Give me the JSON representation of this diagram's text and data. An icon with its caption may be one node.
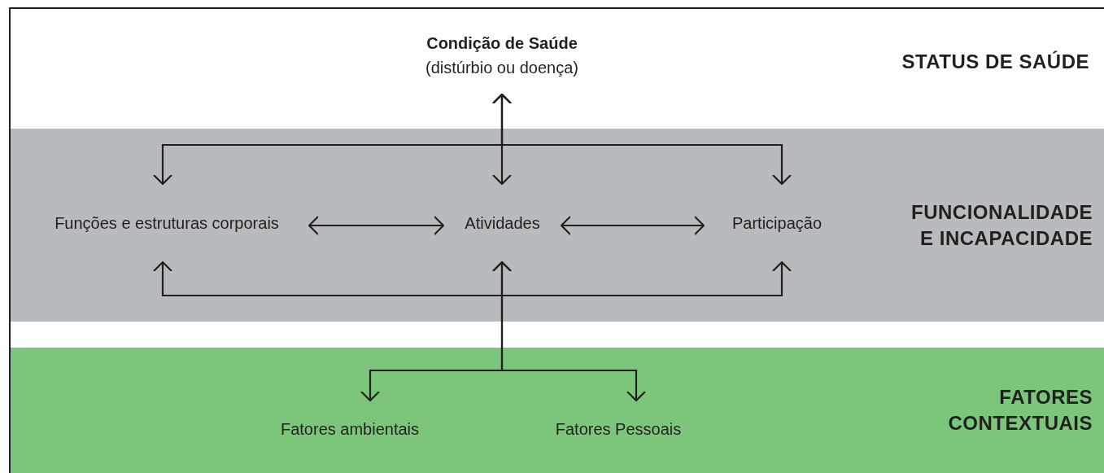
{
  "diagram": {
    "nodes": [
      {
        "text": [
          "Condição de Saúde",
          "(distúrbio ou doença)"
        ]
      },
      {
        "text": [
          "FUNCIONALIDADE E INCAPACIDADE"
        ]
      },
      {
        "text": [
          "Funções e estruturas corporais"
        ],
        "in": 1
      },
      {
        "text": [
          "Atividades"
        ],
        "in": 1
      },
      {
        "text": [
          "Participação"
        ],
        "in": 1
      },
      {
        "text": [
          "FATORES CONTEXTUAIS"
        ]
      },
      {
        "text": [
          "Fatores ambientais"
        ],
        "in": 5
      },
      {
        "text": [
          "Fatores Pessoais"
        ],
        "in": 5
      }
    ],
    "edges": [
      {
        "from": 0,
        "to": 2,
        "arrow": "both"
      },
      {
        "from": 0,
        "to": 3,
        "arrow": "both"
      },
      {
        "from": 0,
        "to": 4,
        "arrow": "both"
      },
      {
        "from": 2,
        "to": 3,
        "arrow": "both"
      },
      {
        "from": 3,
        "to": 4,
        "arrow": "both"
      },
      {
        "from": 2,
        "to": 4,
        "arrow": "both"
      },
      {
        "from": 3,
        "to": 6,
        "arrow": "both"
      },
      {
        "from": 3,
        "to": 7,
        "arrow": "both"
      }
    ],
    "labels": [
      "STATUS DE SAÚDE"
    ]
  }
}
